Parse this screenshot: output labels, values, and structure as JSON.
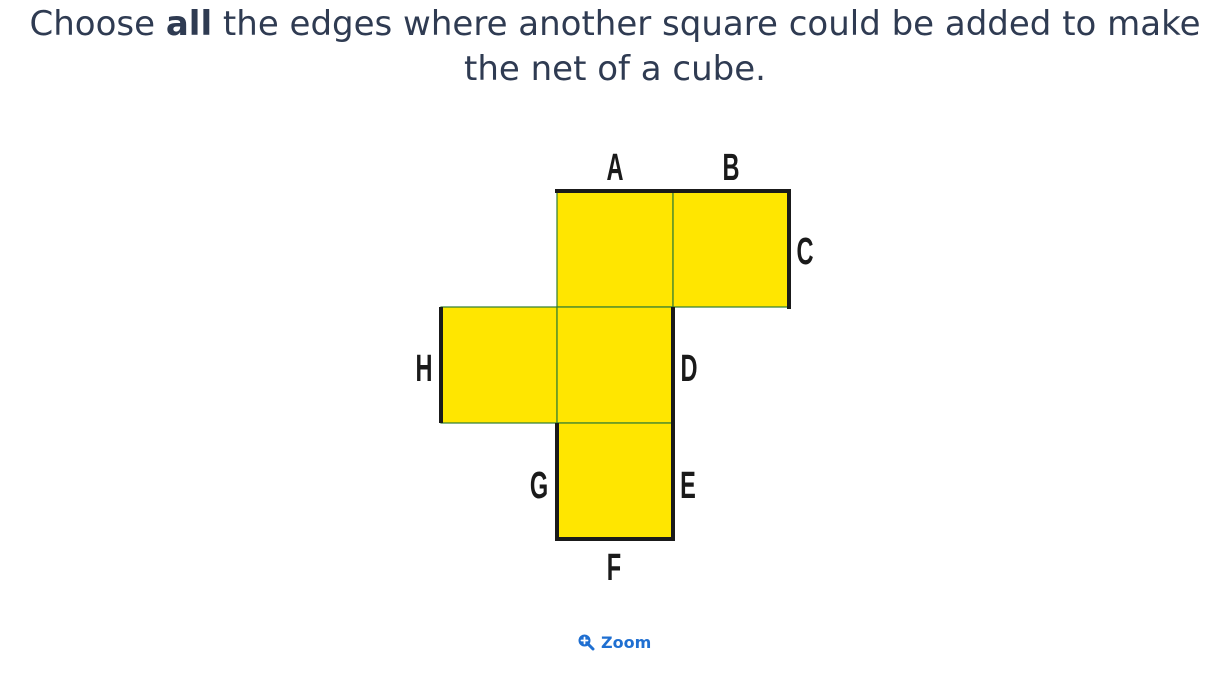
{
  "question": {
    "prefix": "Choose ",
    "emphasis": "all",
    "suffix": " the edges where another square could be added to make the net of a cube."
  },
  "net": {
    "fill_color": "#ffe600",
    "inner_line_color": "#2e7d32",
    "edge_color": "#1a1a1a",
    "edge_labels": {
      "A": "A",
      "B": "B",
      "C": "C",
      "D": "D",
      "E": "E",
      "F": "F",
      "G": "G",
      "H": "H"
    }
  },
  "zoom": {
    "label": "Zoom",
    "icon": "zoom-in-icon"
  }
}
